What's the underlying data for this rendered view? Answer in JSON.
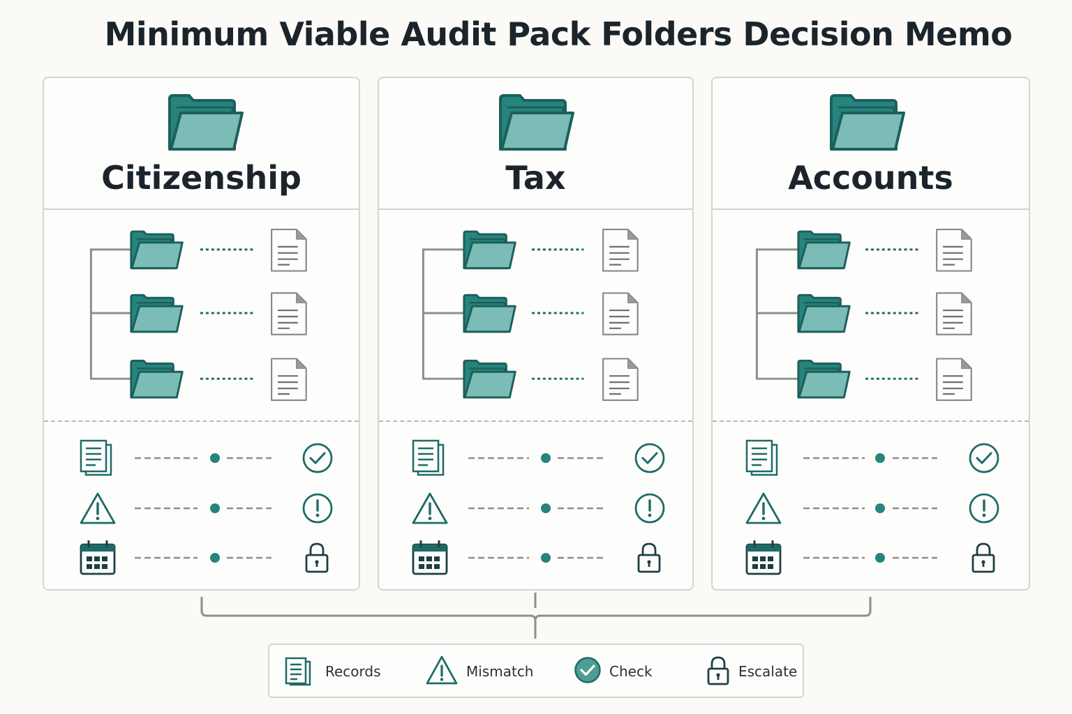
{
  "title": "Minimum Viable Audit Pack Folders Decision Memo",
  "colors": {
    "teal_dark": "#1d6b67",
    "teal_fill": "#7bbcb6",
    "teal_tab": "#26847e",
    "gray_line": "#8e8e8e",
    "doc_gray": "#8a8a8a"
  },
  "panels": [
    {
      "title": "Citizenship",
      "icon": "folder-icon"
    },
    {
      "title": "Tax",
      "icon": "folder-icon"
    },
    {
      "title": "Accounts",
      "icon": "folder-icon"
    }
  ],
  "status_rows": [
    {
      "left_icon": "records-icon",
      "right_icon": "check-icon"
    },
    {
      "left_icon": "warning-icon",
      "right_icon": "exclamation-icon"
    },
    {
      "left_icon": "calendar-icon",
      "right_icon": "lock-icon"
    }
  ],
  "legend": {
    "items": [
      {
        "label": "Records",
        "icon": "records-icon"
      },
      {
        "label": "Mismatch",
        "icon": "warning-icon"
      },
      {
        "label": "Check",
        "icon": "check-icon"
      },
      {
        "label": "Escalate",
        "icon": "lock-icon"
      }
    ]
  }
}
